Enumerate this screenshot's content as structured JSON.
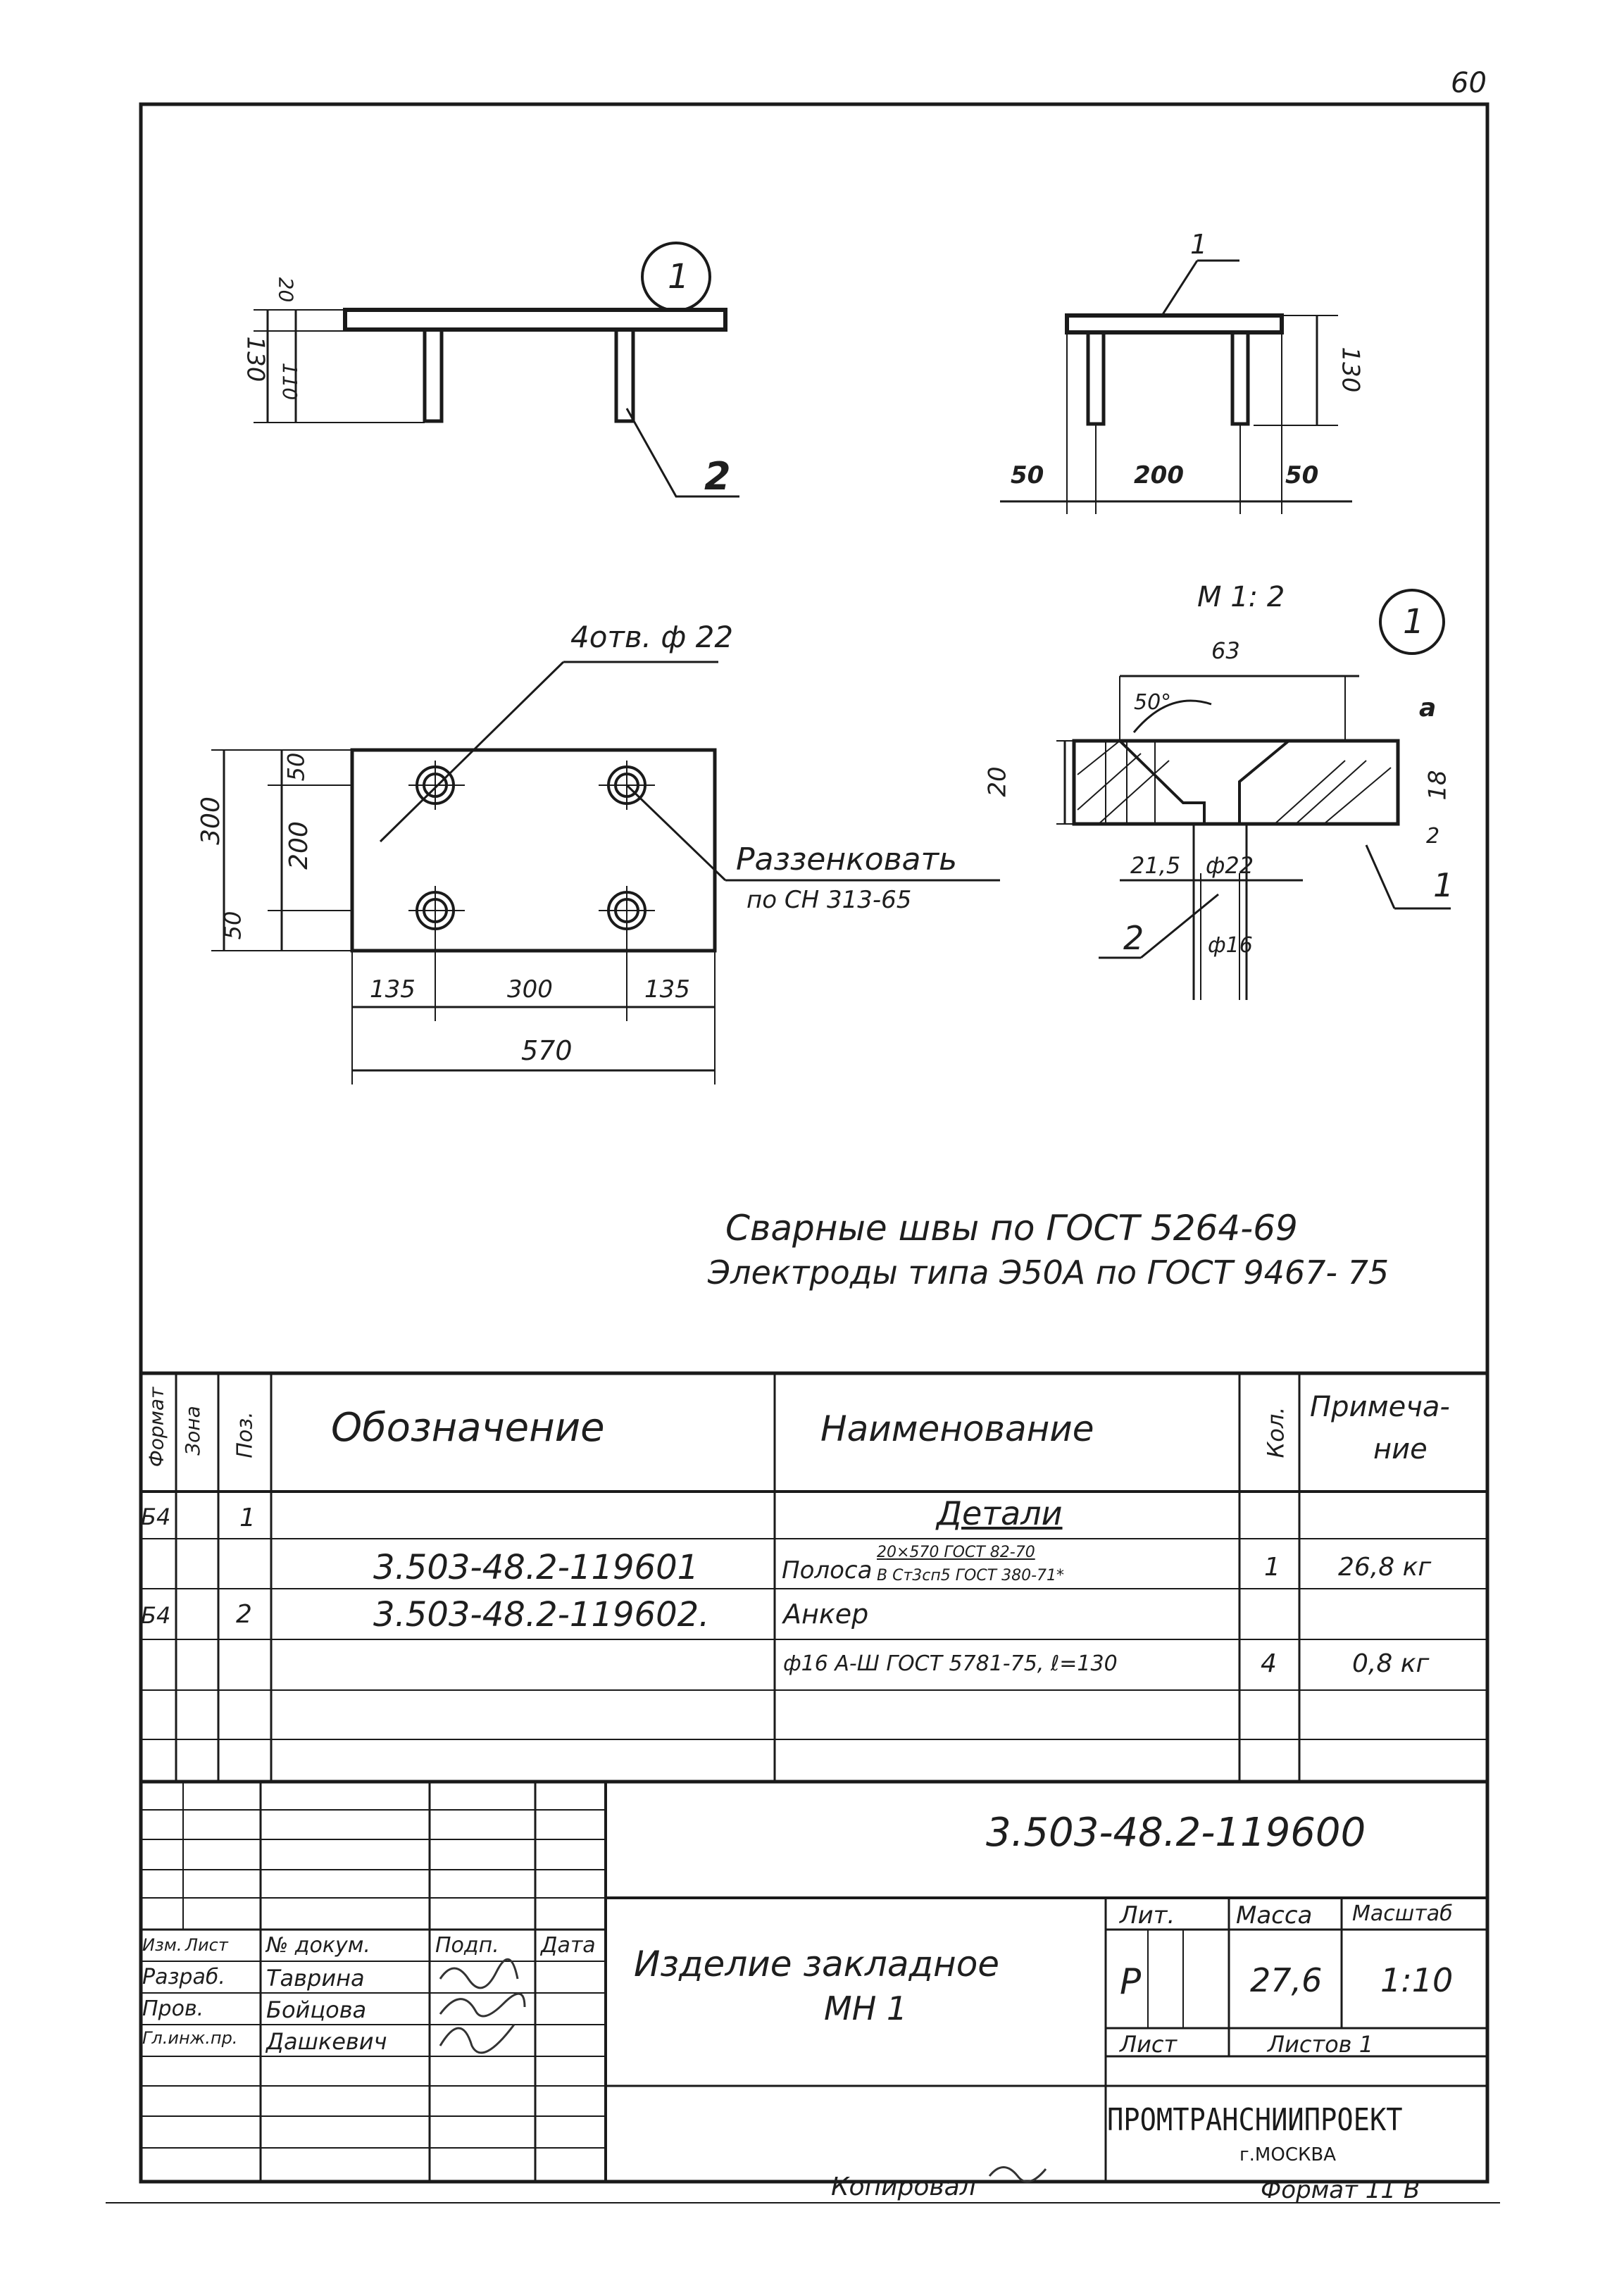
{
  "page_number": "60",
  "views": {
    "side_view": {
      "dims": [
        "20",
        "130",
        "110"
      ],
      "callout_detail": "1",
      "callout_pos": "2"
    },
    "end_view": {
      "callout_pos": "1",
      "dim_height": "130",
      "dims_bottom": [
        "50",
        "200",
        "50"
      ]
    },
    "plan_view": {
      "holes_label": "4отв. ф 22",
      "countersink_note_line1": "Раззенковать",
      "countersink_note_line2": "по СН 313-65",
      "dims_left": [
        "300",
        "200",
        "50",
        "50"
      ],
      "dims_bottom": [
        "135",
        "300",
        "135"
      ],
      "dim_total": "570"
    },
    "detail_view": {
      "scale": "М 1: 2",
      "callout": "1",
      "dims": [
        "63",
        "50°",
        "20",
        "18",
        "21,5",
        "ф22",
        "ф16",
        "а",
        "2"
      ],
      "callouts": [
        "2",
        "1"
      ]
    }
  },
  "notes": [
    "Сварные швы по ГОСТ 5264-69",
    "Электроды типа Э50А по ГОСТ 9467- 75"
  ],
  "spec_table": {
    "headers": {
      "format": "Формат",
      "zone": "Зона",
      "pos": "Поз.",
      "designation": "Обозначение",
      "name": "Наименование",
      "qty": "Кол.",
      "note_line1": "Примеча-",
      "note_line2": "ние"
    },
    "rows": [
      {
        "format": "Б4",
        "pos": "1",
        "designation": "",
        "name": "Детали",
        "qty": "",
        "note": ""
      },
      {
        "format": "",
        "pos": "",
        "designation": "3.503-48.2-119601",
        "name": "Полоса",
        "name_fraction_top": "20×570 ГОСТ 82-70",
        "name_fraction_bottom": "В Ст3сп5 ГОСТ 380-71*",
        "qty": "1",
        "note": "26,8 кг"
      },
      {
        "format": "Б4",
        "pos": "2",
        "designation": "3.503-48.2-119602.",
        "name": "Анкер",
        "qty": "",
        "note": ""
      },
      {
        "format": "",
        "pos": "",
        "designation": "",
        "name": "ф16 А-Ш ГОСТ 5781-75, ℓ=130",
        "qty": "4",
        "note": "0,8 кг"
      }
    ]
  },
  "title_block": {
    "document_code": "3.503-48.2-119600",
    "title_line1": "Изделие закладное",
    "title_line2": "МН 1",
    "lit_label": "Лит.",
    "mass_label": "Масса",
    "scale_label": "Масштаб",
    "lit_value": "Р",
    "mass_value": "27,6",
    "scale_value": "1:10",
    "sheet_label": "Лист",
    "sheets_label": "Листов 1",
    "org_name": "ПРОМТРАНСНИИПРОЕКТ",
    "org_city": "г.МОСКВА",
    "rev_headers": [
      "Изм.",
      "Лист",
      "№ докум.",
      "Подп.",
      "Дата"
    ],
    "people": [
      {
        "role": "Разраб.",
        "name": "Таврина"
      },
      {
        "role": "Пров.",
        "name": "Бойцова"
      },
      {
        "role": "Гл.инж.пр.",
        "name": "Дашкевич"
      }
    ]
  },
  "footer": {
    "copied_by": "Копировал",
    "format_label": "Формат 11 В"
  }
}
